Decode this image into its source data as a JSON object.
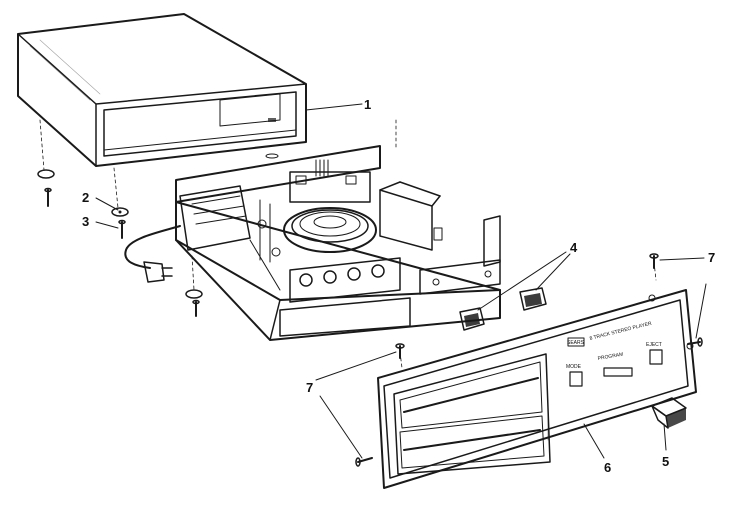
{
  "callouts": {
    "c1": "1",
    "c2": "2",
    "c3": "3",
    "c4": "4",
    "c5": "5",
    "c6": "6",
    "c7a": "7",
    "c7b": "7"
  },
  "panel_labels": {
    "brand": "SEARS",
    "model": "8 TRACK STEREO PLAYER",
    "program": "PROGRAM",
    "left_btn": "MODE",
    "right_btn": "EJECT"
  },
  "colors": {
    "ink": "#1a1a1a",
    "paper": "#ffffff",
    "shade": "#3a3a3a"
  }
}
